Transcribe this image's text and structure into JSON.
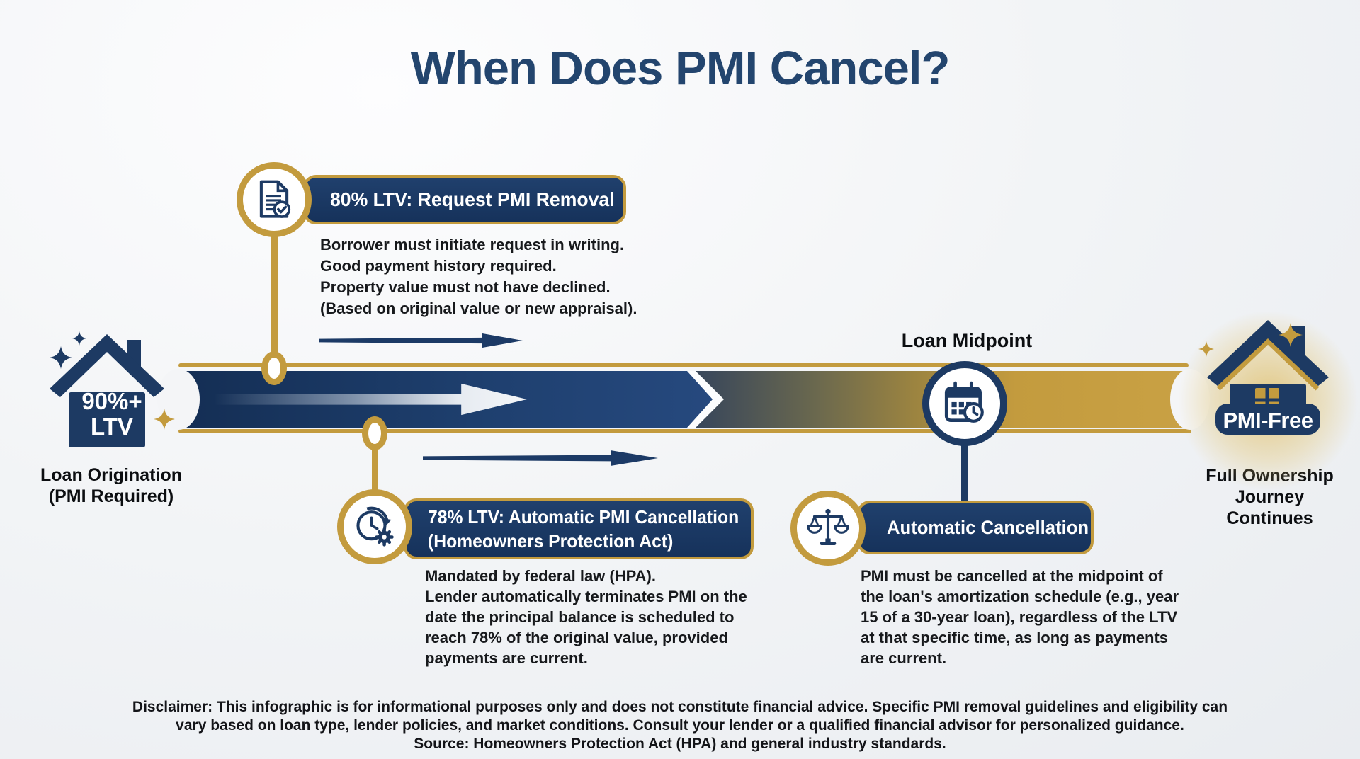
{
  "title": "When Does PMI Cancel?",
  "colors": {
    "navy": "#1d3a63",
    "gold": "#c39b3e",
    "background": "#f2f4f6",
    "badge_text": "#ffffff",
    "body_text": "#17191c"
  },
  "origin": {
    "house_value_line1": "90%+",
    "house_value_line2": "LTV",
    "caption_line1": "Loan Origination",
    "caption_line2": "(PMI Required)"
  },
  "milestone_80": {
    "badge_label": "80% LTV: Request PMI Removal",
    "details": [
      "Borrower must initiate request in writing.",
      "Good payment history required.",
      "Property value must not have declined.",
      "(Based on original value or new appraisal)."
    ]
  },
  "milestone_78": {
    "badge_line1": "78% LTV: Automatic PMI Cancellation",
    "badge_line2": "(Homeowners Protection Act)",
    "detail_line1": "Mandated by federal law (HPA).",
    "detail_paragraph": "Lender automatically terminates PMI on the date the principal balance is scheduled to reach 78% of the original value, provided payments are current."
  },
  "midpoint": {
    "timeline_label": "Loan Midpoint",
    "badge_label": "Automatic Cancellation",
    "detail_paragraph": "PMI must be cancelled at the midpoint of the loan's amortization schedule (e.g., year 15 of a 30-year loan), regardless of the LTV at that specific time, as long as payments are current."
  },
  "destination": {
    "house_badge": "PMI-Free",
    "caption_line1": "Full Ownership",
    "caption_line2": "Journey Continues"
  },
  "footer": {
    "disclaimer_line1": "Disclaimer: This infographic is for informational purposes only and does not constitute financial advice. Specific PMI removal guidelines and eligibility can",
    "disclaimer_line2": "vary based on loan type, lender policies, and market conditions. Consult your lender or a qualified financial advisor for personalized guidance.",
    "source": "Source: Homeowners Protection Act (HPA) and general industry standards."
  }
}
